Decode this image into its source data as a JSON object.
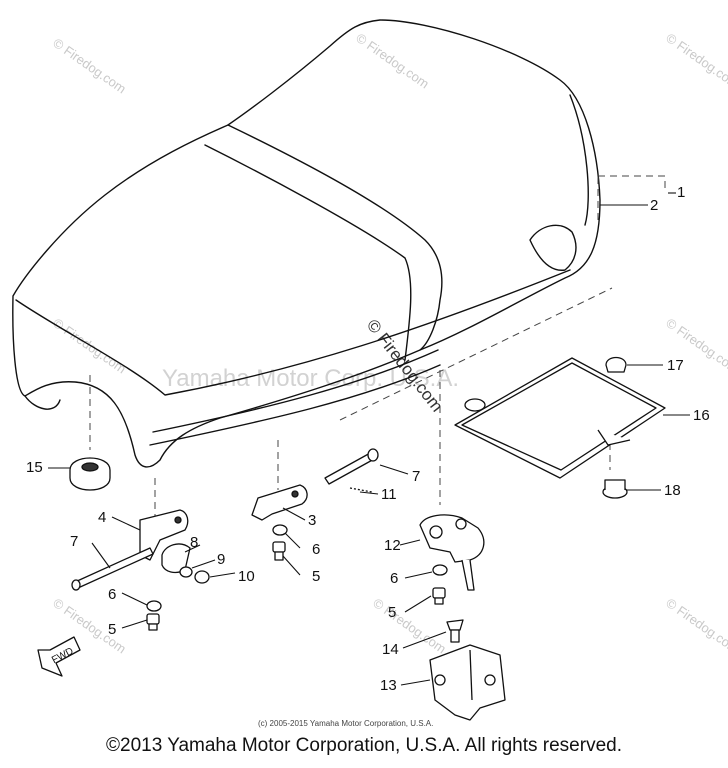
{
  "watermark": {
    "site": "Firedog.com",
    "copyright_symbol": "©",
    "center_text": "Yamaha Motor Corp. U.S.A."
  },
  "parts": [
    "1",
    "2",
    "3",
    "4",
    "5",
    "5",
    "5",
    "6",
    "6",
    "6",
    "7",
    "7",
    "8",
    "9",
    "10",
    "11",
    "12",
    "13",
    "14",
    "15",
    "16",
    "17",
    "18"
  ],
  "fwd_label": "FWD",
  "diagram_copyright": "(c) 2005-2015 Yamaha Motor Corporation, U.S.A.",
  "footer_copyright": "©2013 Yamaha Motor Corporation, U.S.A. All rights reserved."
}
